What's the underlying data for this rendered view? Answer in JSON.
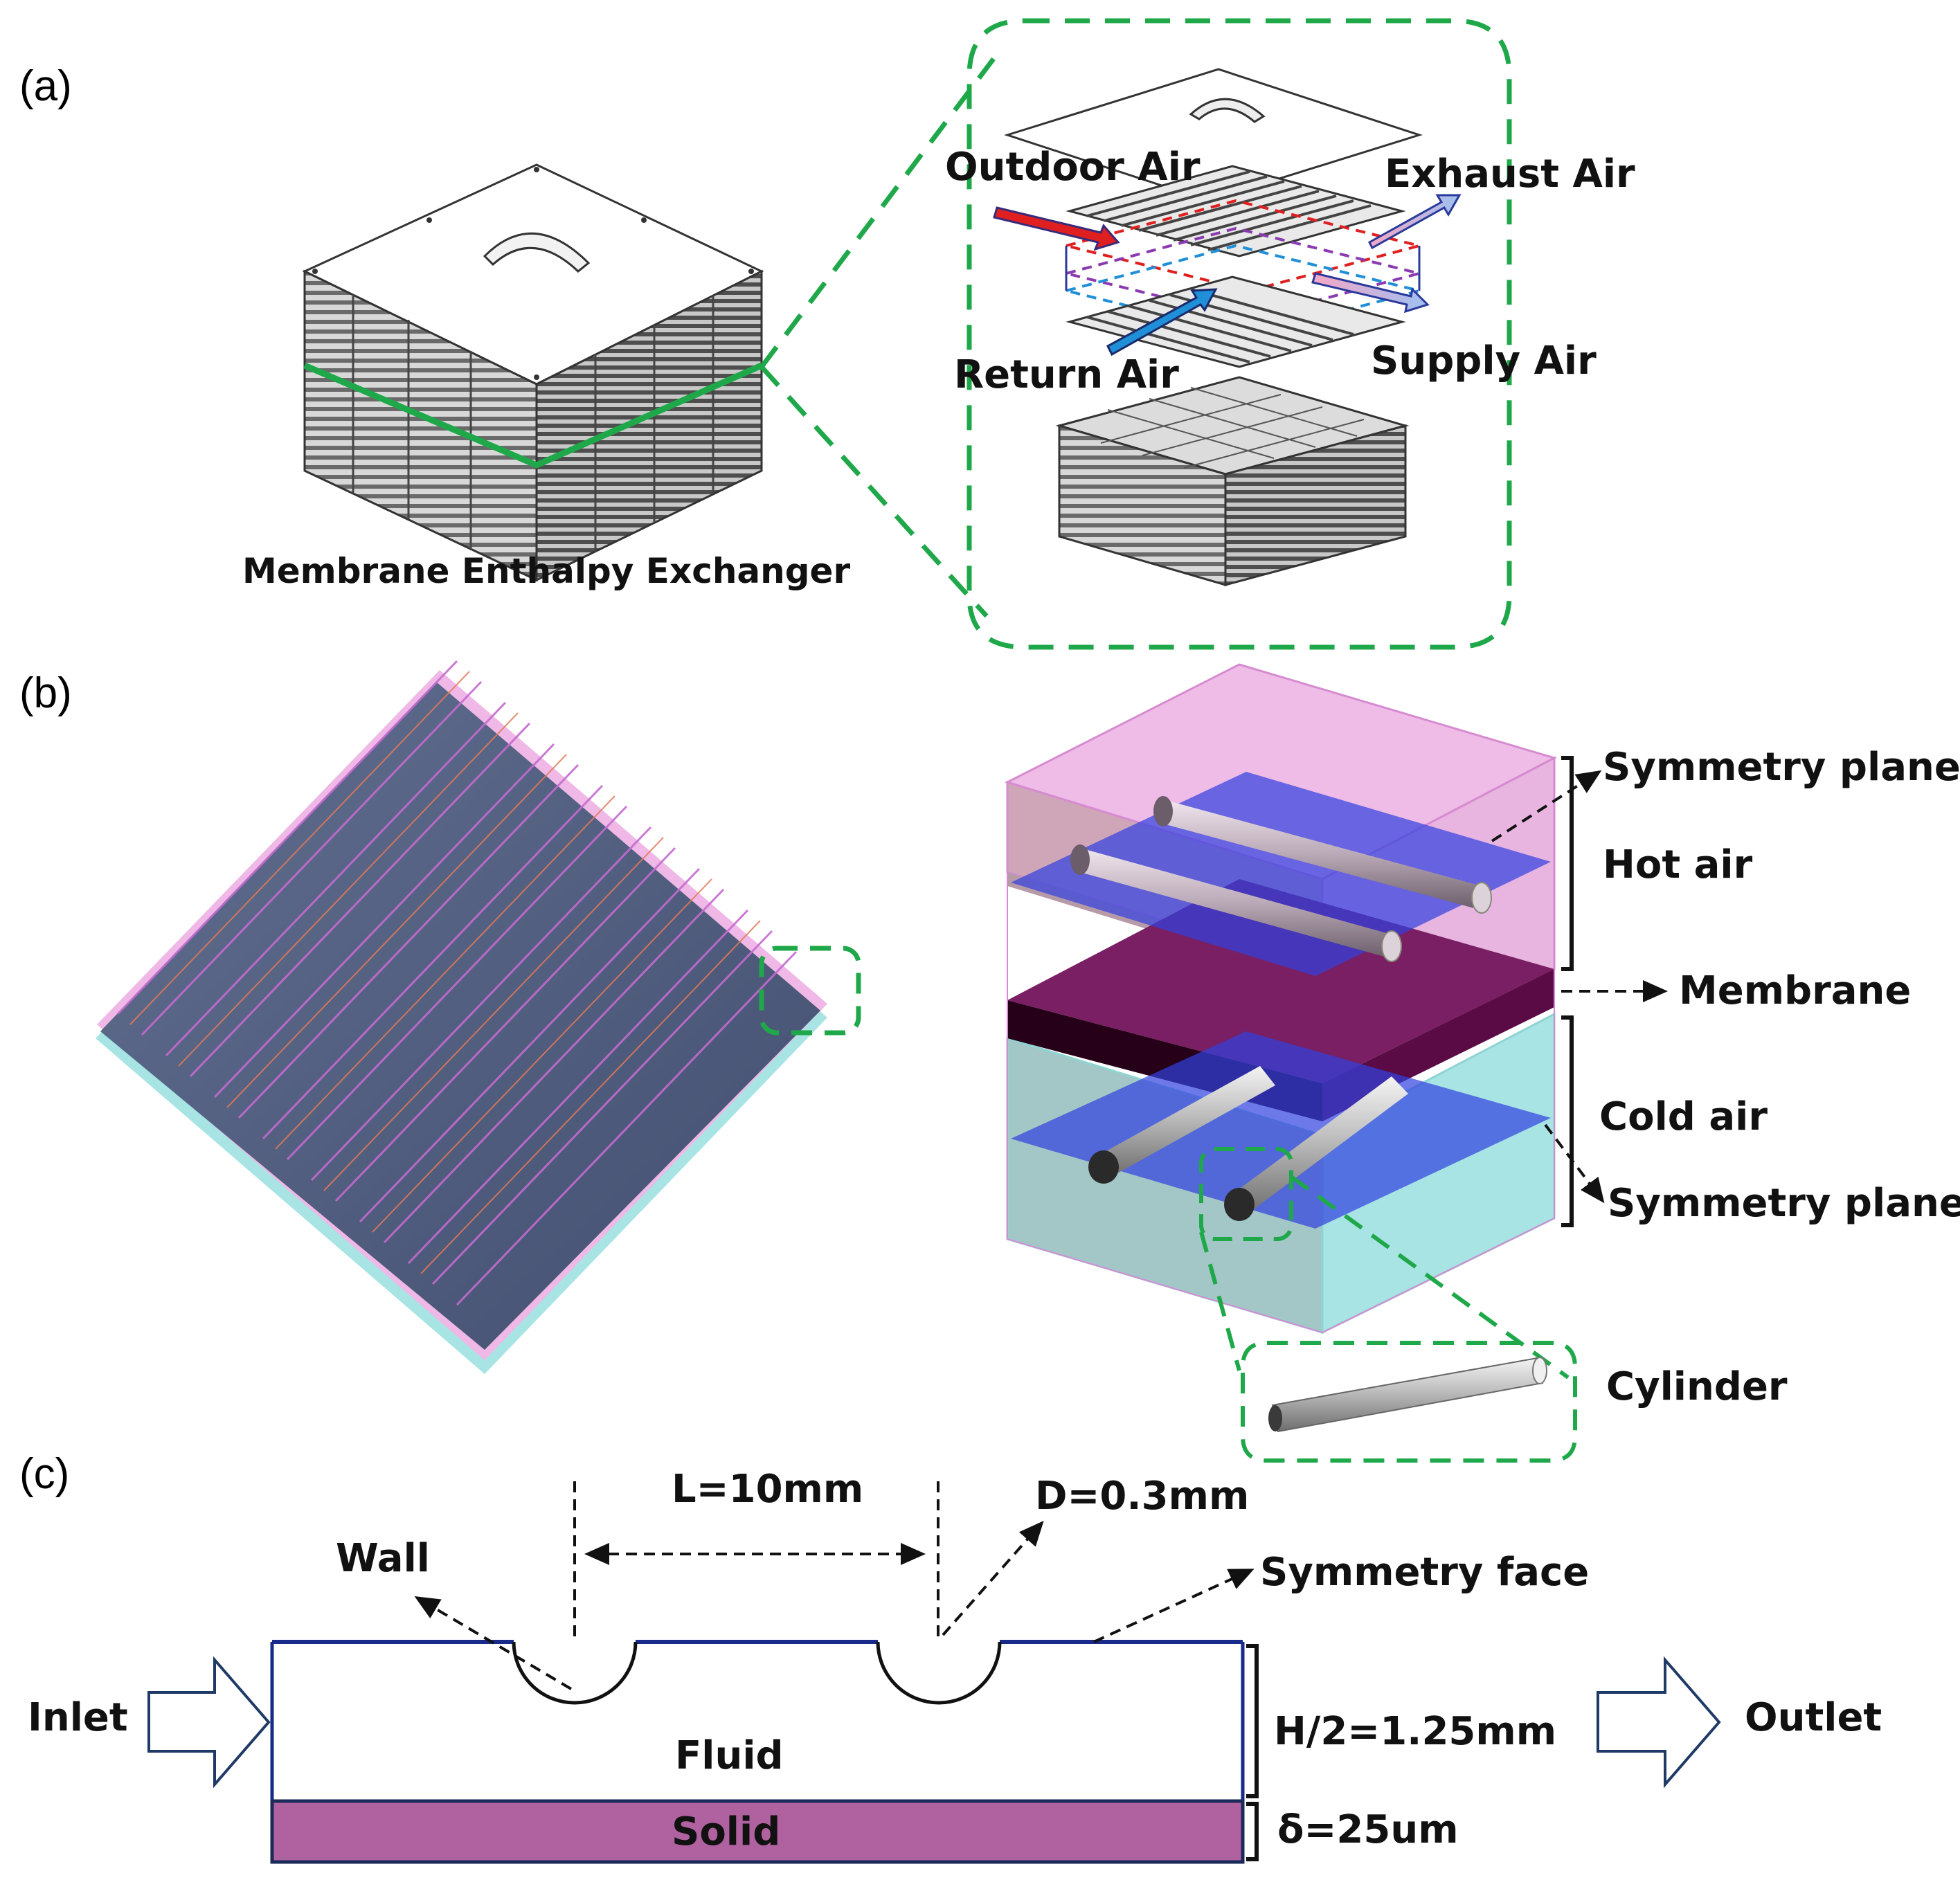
{
  "panels": {
    "a": "(a)",
    "b": "(b)",
    "c": "(c)"
  },
  "panel_a": {
    "device_caption": "Membrane Enthalpy Exchanger",
    "outdoor_air": "Outdoor Air",
    "exhaust_air": "Exhaust Air",
    "return_air": "Return Air",
    "supply_air": "Supply Air"
  },
  "panel_b": {
    "symmetry_plane_top": "Symmetry plane",
    "hot_air": "Hot air",
    "membrane": "Membrane",
    "cold_air": "Cold air",
    "symmetry_plane_bottom": "Symmetry plane",
    "cylinder": "Cylinder"
  },
  "panel_c": {
    "spacing": "L=10mm",
    "diameter": "D=0.3mm",
    "wall": "Wall",
    "symmetry_face": "Symmetry face",
    "inlet": "Inlet",
    "outlet": "Outlet",
    "fluid": "Fluid",
    "solid": "Solid",
    "half_height": "H/2=1.25mm",
    "thickness": "δ=25um"
  },
  "colors": {
    "highlight_green": "#1fa84a",
    "hot_region": "#efb8e6",
    "cold_region": "#a8e4e4",
    "membrane": "#4b0a3e",
    "symmetry_plane": "#2f3ee0",
    "solid_layer": "#b0619f",
    "flow_outdoor": "#e02020",
    "flow_return": "#1f8fd8",
    "outline_blue": "#1a2a8a"
  }
}
